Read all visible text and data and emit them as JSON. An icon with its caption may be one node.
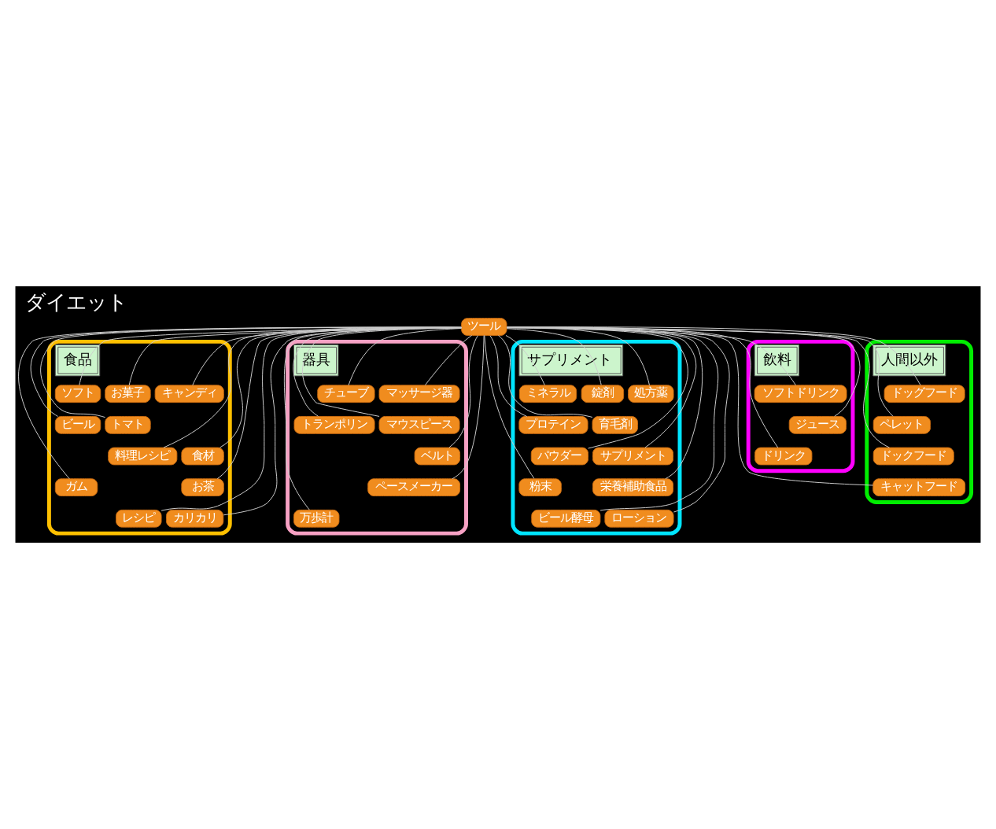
{
  "diagram": {
    "title": "ダイエット",
    "nodes": [
      {
        "text": [
          "ツール"
        ]
      },
      {
        "text": [
          "食品"
        ]
      },
      {
        "text": [
          "器具"
        ]
      },
      {
        "text": [
          "サプリメント"
        ]
      },
      {
        "text": [
          "人間以外"
        ]
      },
      {
        "text": [
          "飲料"
        ]
      },
      {
        "text": [
          "キャンディ"
        ],
        "in": 1
      },
      {
        "text": [
          "ビール"
        ],
        "in": 1
      },
      {
        "text": [
          "料理レシピ"
        ],
        "in": 1
      },
      {
        "text": [
          "ガム"
        ],
        "in": 1
      },
      {
        "text": [
          "レシピ"
        ],
        "in": 1
      },
      {
        "text": [
          "お菓子"
        ],
        "in": 1
      },
      {
        "text": [
          "トマト"
        ],
        "in": 1
      },
      {
        "text": [
          "食材"
        ],
        "in": 1
      },
      {
        "text": [
          "お茶"
        ],
        "in": 1
      },
      {
        "text": [
          "カリカリ"
        ],
        "in": 1
      },
      {
        "text": [
          "ソフト"
        ],
        "in": 1
      },
      {
        "text": [
          "マッサージ器"
        ],
        "in": 2
      },
      {
        "text": [
          "トランポリン"
        ],
        "in": 2
      },
      {
        "text": [
          "ベルト"
        ],
        "in": 2
      },
      {
        "text": [
          "ペースメーカー"
        ],
        "in": 2
      },
      {
        "text": [
          "万歩計"
        ],
        "in": 2
      },
      {
        "text": [
          "チューブ"
        ],
        "in": 2
      },
      {
        "text": [
          "マウスピース"
        ],
        "in": 2
      },
      {
        "text": [
          "処方薬"
        ],
        "in": 3
      },
      {
        "text": [
          "プロテイン"
        ],
        "in": 3
      },
      {
        "text": [
          "サプリメント"
        ],
        "in": 3
      },
      {
        "text": [
          "粉末"
        ],
        "in": 3
      },
      {
        "text": [
          "ビール酵母"
        ],
        "in": 3
      },
      {
        "text": [
          "錠剤"
        ],
        "in": 3
      },
      {
        "text": [
          "育毛剤"
        ],
        "in": 3
      },
      {
        "text": [
          "パウダー"
        ],
        "in": 3
      },
      {
        "text": [
          "栄養補助食品"
        ],
        "in": 3
      },
      {
        "text": [
          "ローション"
        ],
        "in": 3
      },
      {
        "text": [
          "ミネラル"
        ],
        "in": 3
      },
      {
        "text": [
          "ドッグフード"
        ],
        "in": 4
      },
      {
        "text": [
          "ペレット"
        ],
        "in": 4
      },
      {
        "text": [
          "ドックフード"
        ],
        "in": 4
      },
      {
        "text": [
          "キャットフード"
        ],
        "in": 4
      },
      {
        "text": [
          "ソフトドリンク"
        ],
        "in": 5
      },
      {
        "text": [
          "ジュース"
        ],
        "in": 5
      },
      {
        "text": [
          "ドリンク"
        ],
        "in": 5
      }
    ],
    "edges": [
      {
        "from": 0,
        "to": 6,
        "arrow": "none"
      },
      {
        "from": 0,
        "to": 7,
        "arrow": "none"
      },
      {
        "from": 0,
        "to": 8,
        "arrow": "none"
      },
      {
        "from": 0,
        "to": 9,
        "arrow": "none"
      },
      {
        "from": 0,
        "to": 10,
        "arrow": "none"
      },
      {
        "from": 0,
        "to": 11,
        "arrow": "none"
      },
      {
        "from": 0,
        "to": 12,
        "arrow": "none"
      },
      {
        "from": 0,
        "to": 13,
        "arrow": "none"
      },
      {
        "from": 0,
        "to": 14,
        "arrow": "none"
      },
      {
        "from": 0,
        "to": 15,
        "arrow": "none"
      },
      {
        "from": 0,
        "to": 16,
        "arrow": "none"
      },
      {
        "from": 0,
        "to": 17,
        "arrow": "none"
      },
      {
        "from": 0,
        "to": 18,
        "arrow": "none"
      },
      {
        "from": 0,
        "to": 19,
        "arrow": "none"
      },
      {
        "from": 0,
        "to": 20,
        "arrow": "none"
      },
      {
        "from": 0,
        "to": 21,
        "arrow": "none"
      },
      {
        "from": 0,
        "to": 22,
        "arrow": "none"
      },
      {
        "from": 0,
        "to": 23,
        "arrow": "none"
      },
      {
        "from": 0,
        "to": 24,
        "arrow": "none"
      },
      {
        "from": 0,
        "to": 25,
        "arrow": "none"
      },
      {
        "from": 0,
        "to": 26,
        "arrow": "none"
      },
      {
        "from": 0,
        "to": 27,
        "arrow": "none"
      },
      {
        "from": 0,
        "to": 28,
        "arrow": "none"
      },
      {
        "from": 0,
        "to": 29,
        "arrow": "none"
      },
      {
        "from": 0,
        "to": 30,
        "arrow": "none"
      },
      {
        "from": 0,
        "to": 31,
        "arrow": "none"
      },
      {
        "from": 0,
        "to": 32,
        "arrow": "none"
      },
      {
        "from": 0,
        "to": 33,
        "arrow": "none"
      },
      {
        "from": 0,
        "to": 34,
        "arrow": "none"
      },
      {
        "from": 0,
        "to": 35,
        "arrow": "none"
      },
      {
        "from": 0,
        "to": 36,
        "arrow": "none"
      },
      {
        "from": 0,
        "to": 37,
        "arrow": "none"
      },
      {
        "from": 0,
        "to": 38,
        "arrow": "none"
      },
      {
        "from": 0,
        "to": 39,
        "arrow": "none"
      },
      {
        "from": 0,
        "to": 40,
        "arrow": "none"
      },
      {
        "from": 0,
        "to": 41,
        "arrow": "none"
      }
    ]
  }
}
